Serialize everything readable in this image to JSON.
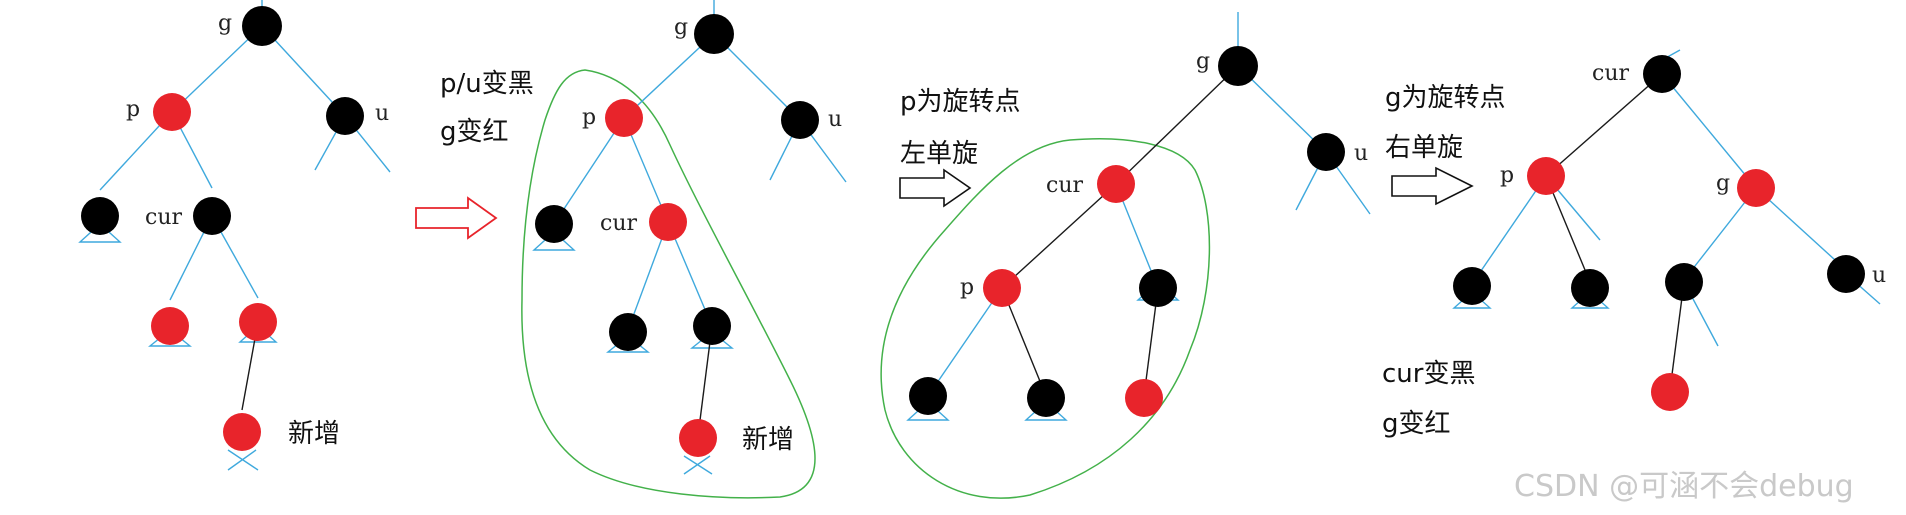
{
  "panel1": {
    "label_g": "g",
    "label_p": "p",
    "label_u": "u",
    "label_cur": "cur",
    "label_new": "新增"
  },
  "step1": {
    "line1": "p/u变黑",
    "line2": "g变红"
  },
  "panel2": {
    "label_g": "g",
    "label_p": "p",
    "label_u": "u",
    "label_cur": "cur",
    "label_new": "新增"
  },
  "step2": {
    "line1": "p为旋转点",
    "line2": "左单旋"
  },
  "panel3": {
    "label_g": "g",
    "label_cur": "cur",
    "label_u": "u",
    "label_p": "p"
  },
  "step3": {
    "line1": "g为旋转点",
    "line2": "右单旋"
  },
  "panel4": {
    "label_cur": "cur",
    "label_p": "p",
    "label_g": "g",
    "label_u": "u",
    "note1": "cur变黑",
    "note2": "g变红"
  },
  "watermark": "CSDN @可涵不会debug",
  "colors": {
    "black_node": "#000000",
    "red_node": "#e8242b",
    "edge": "#3fa9dd",
    "highlight_outline": "#43b14a"
  }
}
